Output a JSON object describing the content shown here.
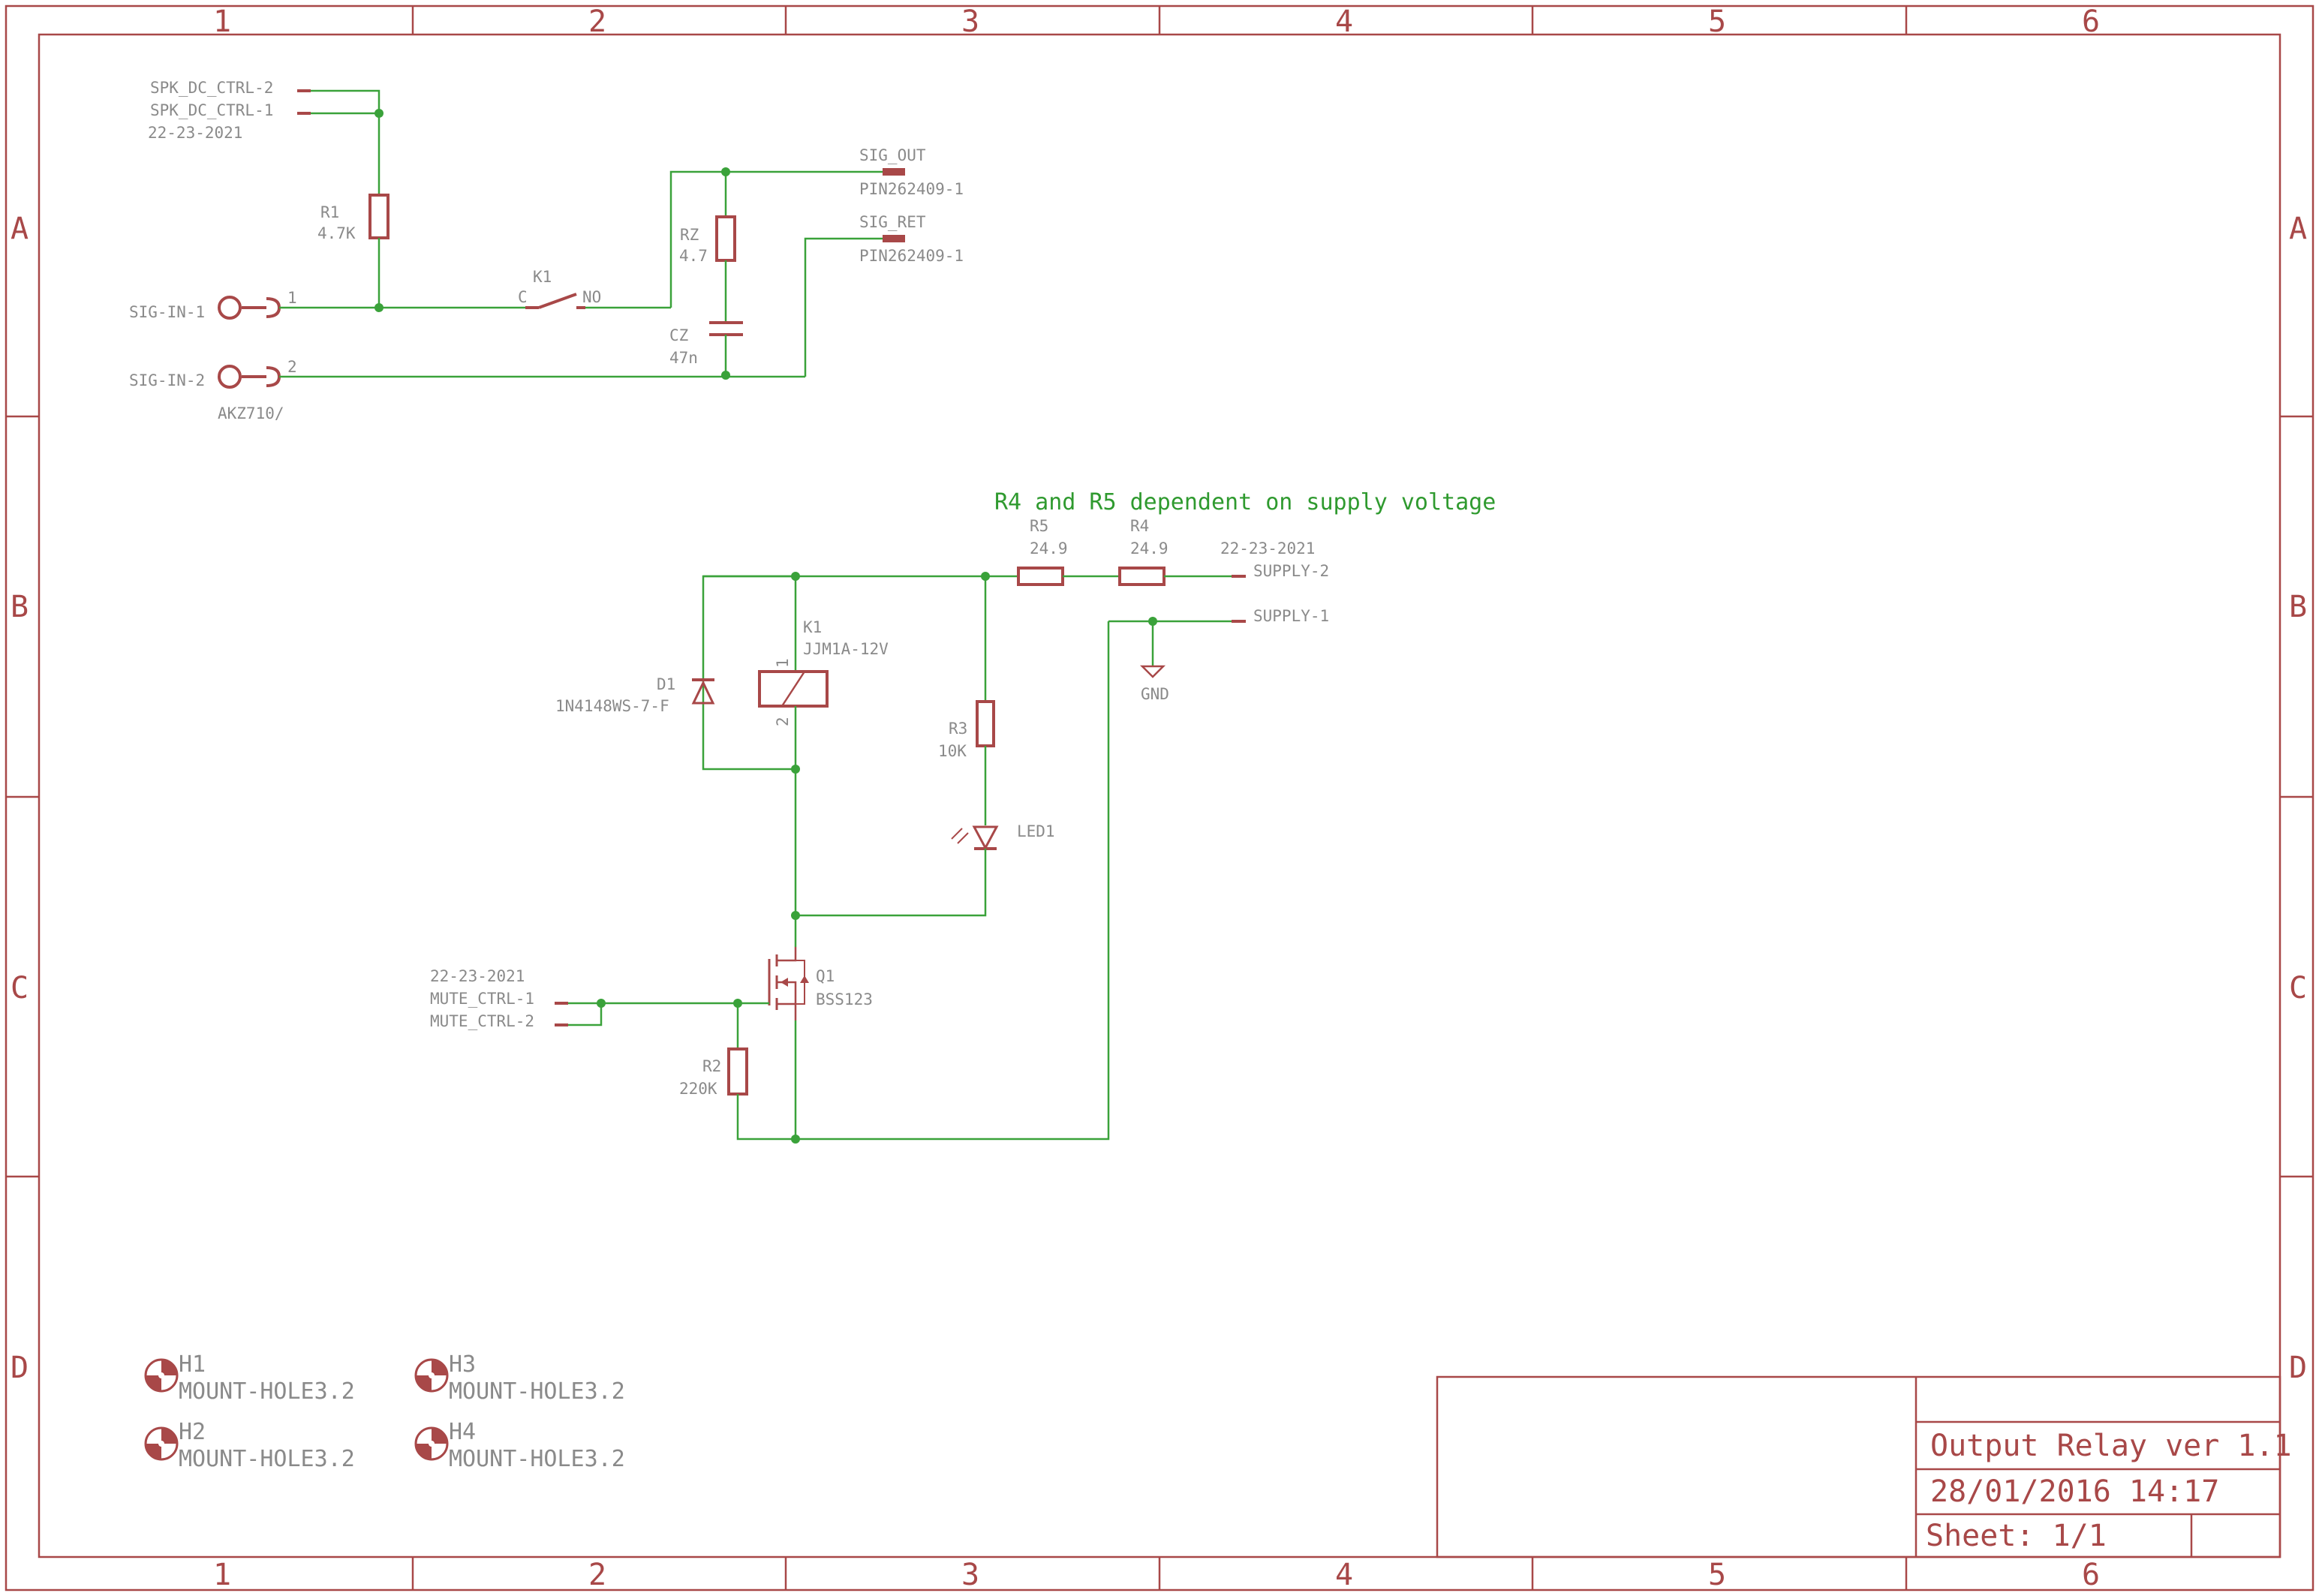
{
  "frame": {
    "columns": [
      "1",
      "2",
      "3",
      "4",
      "5",
      "6"
    ],
    "rows": [
      "A",
      "B",
      "C",
      "D"
    ]
  },
  "colors": {
    "frame": "#a84848",
    "wire": "#3aa23a",
    "text": "#8a8a8a",
    "note": "#2f9a2f"
  },
  "title_block": {
    "title": "Output Relay ver 1.1",
    "date": "28/01/2016 14:17",
    "sheet": "Sheet: 1/1"
  },
  "note": "R4 and R5 dependent on supply voltage",
  "labels": {
    "spk_ctrl_2": "SPK_DC_CTRL-2",
    "spk_ctrl_1": "SPK_DC_CTRL-1",
    "spk_date": "22-23-2021",
    "r1_name": "R1",
    "r1_value": "4.7K",
    "sig_in_1": "SIG-IN-1",
    "sig_in_2": "SIG-IN-2",
    "pin1": "1",
    "pin2": "2",
    "akz": "AKZ710/",
    "k1_switch": "K1",
    "k1_c": "C",
    "k1_no": "NO",
    "rz_name": "RZ",
    "rz_value": "4.7",
    "cz_name": "CZ",
    "cz_value": "47n",
    "sig_out": "SIG_OUT",
    "sig_out_part": "PIN262409-1",
    "sig_ret": "SIG_RET",
    "sig_ret_part": "PIN262409-1",
    "r5_name": "R5",
    "r5_value": "24.9",
    "r4_name": "R4",
    "r4_value": "24.9",
    "supply_date": "22-23-2021",
    "supply_2": "SUPPLY-2",
    "supply_1": "SUPPLY-1",
    "gnd": "GND",
    "k1_coil": "K1",
    "k1_part": "JJM1A-12V",
    "coil_pin1": "1",
    "coil_pin2": "2",
    "d1_name": "D1",
    "d1_part": "1N4148WS-7-F",
    "r3_name": "R3",
    "r3_value": "10K",
    "led1": "LED1",
    "q1_name": "Q1",
    "q1_part": "BSS123",
    "mute_date": "22-23-2021",
    "mute_ctrl_1": "MUTE_CTRL-1",
    "mute_ctrl_2": "MUTE_CTRL-2",
    "r2_name": "R2",
    "r2_value": "220K"
  },
  "mount_holes": [
    {
      "name": "H1",
      "part": "MOUNT-HOLE3.2"
    },
    {
      "name": "H2",
      "part": "MOUNT-HOLE3.2"
    },
    {
      "name": "H3",
      "part": "MOUNT-HOLE3.2"
    },
    {
      "name": "H4",
      "part": "MOUNT-HOLE3.2"
    }
  ]
}
